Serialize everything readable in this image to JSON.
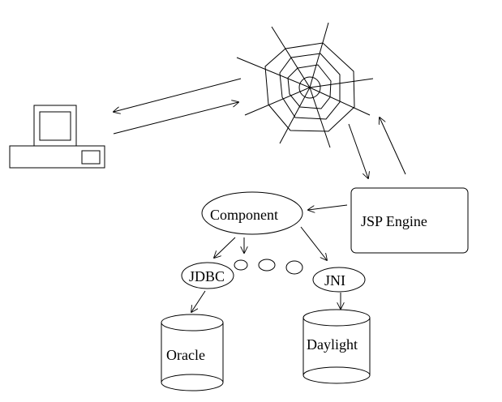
{
  "diagram": {
    "labels": {
      "component": "Component",
      "jsp_engine": "JSP Engine",
      "jdbc": "JDBC",
      "jni": "JNI",
      "oracle": "Oracle",
      "daylight": "Daylight"
    },
    "icons": {
      "client": "computer-icon",
      "web": "spider-web-icon",
      "databases": "database-cylinder-icon"
    },
    "colors": {
      "stroke": "#000000",
      "background": "#ffffff"
    }
  }
}
